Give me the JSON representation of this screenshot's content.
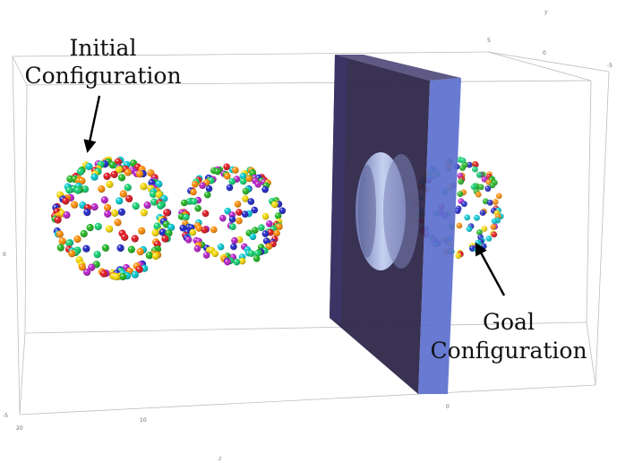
{
  "annotations": {
    "initial_line1": "Initial",
    "initial_line2": "Configuration",
    "goal_line1": "Goal",
    "goal_line2": "Configuration"
  },
  "axes": {
    "z_label": "z",
    "y_label": "y",
    "z_ticks": [
      "20",
      "10",
      "0"
    ],
    "x_ticks": [
      "0",
      "-5"
    ],
    "y_ticks": [
      "5",
      "0",
      "-5"
    ],
    "vertical_ticks": [
      "0",
      "-5"
    ]
  },
  "colors": {
    "box_edge": "#b9b9b9",
    "slab_front": "#2b2246",
    "slab_top": "#56507e",
    "slab_side": "#5b6fce",
    "hole_inner": "#b6c2e6",
    "arrow": "#000000"
  },
  "particle_palette": [
    "#e0141e",
    "#1fb51f",
    "#1e24c8",
    "#f5d800",
    "#00c8d2",
    "#ff8c00",
    "#b81ec8",
    "#10d070"
  ]
}
